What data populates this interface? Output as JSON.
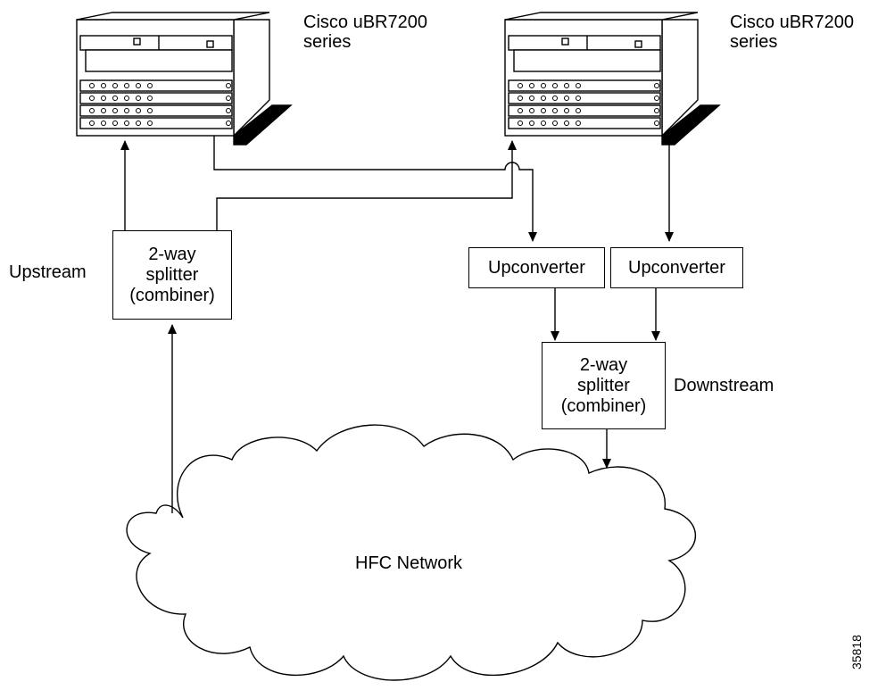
{
  "routers": [
    {
      "name": "Cisco uBR7200",
      "suffix": "series"
    },
    {
      "name": "Cisco uBR7200",
      "suffix": "series"
    }
  ],
  "upstream_splitter": {
    "line1": "2-way",
    "line2": "splitter",
    "line3": "(combiner)"
  },
  "downstream_splitter": {
    "line1": "2-way",
    "line2": "splitter",
    "line3": "(combiner)"
  },
  "upconverters": [
    "Upconverter",
    "Upconverter"
  ],
  "labels": {
    "upstream": "Upstream",
    "downstream": "Downstream"
  },
  "network": {
    "label": "HFC Network"
  },
  "figure_id": "35818"
}
